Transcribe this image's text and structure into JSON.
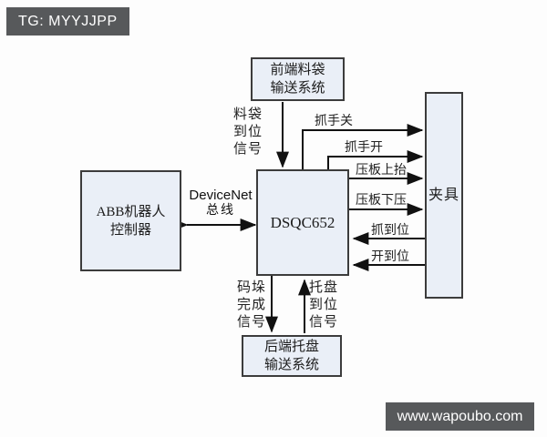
{
  "badge": {
    "text": "TG: MYYJJPP"
  },
  "watermark": {
    "text": "www.wapoubo.com"
  },
  "colors": {
    "box_fill": "#eaeff7",
    "box_border": "#3c3c3c",
    "arrow": "#111111",
    "badge_bg": "#57595b",
    "badge_text": "#ffffff",
    "background": "#fdfdfd"
  },
  "diagram": {
    "boxes": {
      "front_conveyor": {
        "line1": "前端料袋",
        "line2": "输送系统"
      },
      "abb_controller": {
        "line1": "ABB机器人",
        "line2": "控制器"
      },
      "io_board": {
        "label": "DSQC652"
      },
      "fixture": {
        "label": "夹具"
      },
      "rear_conveyor": {
        "line1": "后端托盘",
        "line2": "输送系统"
      }
    },
    "labels": {
      "devicenet": {
        "line1": "DeviceNet",
        "line2": "总线"
      },
      "bag_in_place": {
        "lines": [
          "料袋",
          "到位",
          "信号"
        ]
      },
      "gripper_close": "抓手关",
      "gripper_open": "抓手开",
      "plate_up": "压板上抬",
      "plate_down": "压板下压",
      "grip_in_place": "抓到位",
      "open_in_place": "开到位",
      "palletize_done": {
        "lines": [
          "码垛",
          "完成",
          "信号"
        ]
      },
      "pallet_in_place": {
        "lines": [
          "托盘",
          "到位",
          "信号"
        ]
      }
    }
  }
}
